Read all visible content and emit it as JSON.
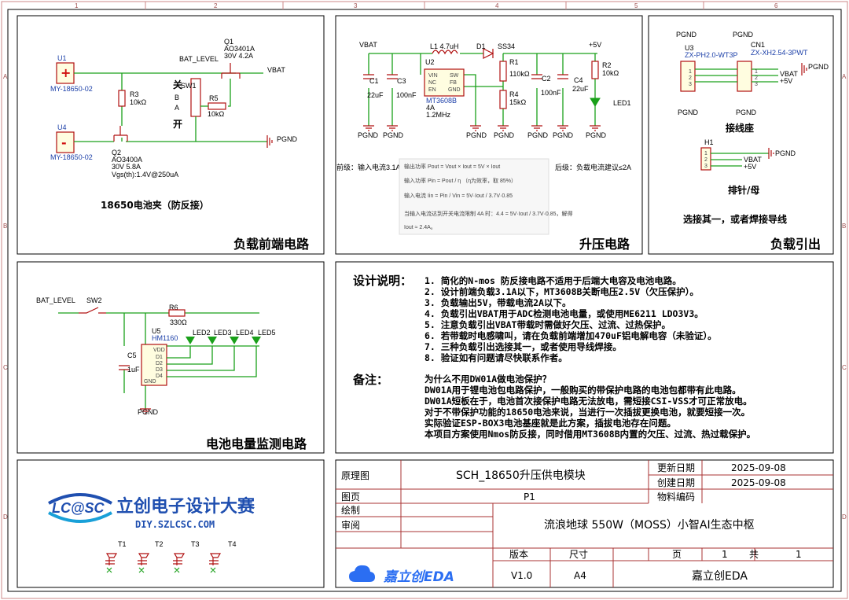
{
  "ruler": {
    "top": [
      "1",
      "2",
      "3",
      "4",
      "5",
      "6"
    ],
    "side": [
      "A",
      "B",
      "C",
      "D"
    ]
  },
  "battery_section": {
    "title": "负载前端电路",
    "subtitle": "18650电池夹（防反接）",
    "u1": "U1",
    "u1_part": "MY-18650-02",
    "u4": "U4",
    "u4_part": "MY-18650-02",
    "r3": "R3",
    "r3_val": "10kΩ",
    "q1": "Q1",
    "q1_part": "AO3401A",
    "q1_spec": "30V 4.2A",
    "q2": "Q2",
    "q2_part": "AO3400A",
    "q2_spec": "30V   5.8A",
    "q2_vgs": "Vgs(th):1.4V@250uA",
    "bat_level": "BAT_LEVEL",
    "vbat": "VBAT",
    "pgnd": "PGND",
    "sw1": "SW1",
    "r5": "R5",
    "r5_val": "10kΩ",
    "sw_off": "关",
    "sw_on": "开",
    "sw_b": "B",
    "sw_a": "A"
  },
  "boost_section": {
    "title": "升压电路",
    "vbat": "VBAT",
    "l1": "L1  4.7uH",
    "d1": "D1",
    "ss34": "SS34",
    "u2": "U2",
    "u2_part": "MT3608B",
    "u2_spec1": "4A",
    "u2_spec2": "1.2MHz",
    "pins": [
      "VIN",
      "NC",
      "EN",
      "SW",
      "FB",
      "GND"
    ],
    "c1": "C1",
    "c1_val": "22uF",
    "c3": "C3",
    "c3_val": "100nF",
    "r1": "R1",
    "r1_val": "110kΩ",
    "r4": "R4",
    "r4_val": "15kΩ",
    "c2": "C2",
    "c2_val": "100nF",
    "c4": "C4",
    "c4_val": "22uF",
    "v5": "+5V",
    "r2": "R2",
    "r2_val": "10kΩ",
    "led1": "LED1",
    "pgnd": "PGND",
    "front_note": "前级：输入电流3.1A",
    "back_note": "后级：负载电流建议≤2A",
    "formula1": "输出功率 Pout = Vout × Iout = 5V × Iout",
    "formula2": "输入功率 Pin = Pout / η （η为效率，取 85%）",
    "formula3": "输入电流 Iin = Pin / Vin = 5V·Iout / 3.7V·0.85",
    "formula4": "当输入电流达到开关电流限制 4A 时：4.4 = 5V·Iout / 3.7V·0.85，解得",
    "formula5": "Iout ≈ 2.4A。"
  },
  "output_section": {
    "title": "负载引出",
    "u3": "U3",
    "u3_part": "ZX-PH2.0-WT3P",
    "cn1": "CN1",
    "cn1_part": "ZX-XH2.54-3PWT",
    "pgnd": "PGND",
    "vbat": "VBAT",
    "v5": "+5V",
    "sub1": "接线座",
    "h1": "H1",
    "sub2": "排针/母",
    "choose": "选接其一，或者焊接导线"
  },
  "level_section": {
    "title": "电池电量监测电路",
    "bat_level": "BAT_LEVEL",
    "sw2": "SW2",
    "r6": "R6",
    "r6_val": "330Ω",
    "u5": "U5",
    "u5_part": "HM1160",
    "leds": [
      "LED2",
      "LED3",
      "LED4",
      "LED5"
    ],
    "pins": [
      "VDD",
      "D1",
      "D2",
      "D3",
      "D4",
      "GND"
    ],
    "c5": "C5",
    "c5_val": "1uF",
    "pgnd": "PGND"
  },
  "notes": {
    "design_heading": "设计说明：",
    "design": [
      "1. 简化的N-mos 防反接电路不适用于后端大电容及电池电路。",
      "2. 设计前端负载3.1A以下，MT3608B关断电压2.5V（欠压保护）。",
      "3. 负载输出5V，带载电流2A以下。",
      "4. 负载引出VBAT用于ADC检测电池电量，或使用ME6211 LDO3V3。",
      "5. 注意负载引出VBAT带载时需做好欠压、过流、过热保护。",
      "6. 若带载时电感啸叫，请在负载前端增加470uF铝电解电容（未验证）。",
      "7. 三种负载引出选接其一，或者使用导线焊接。",
      "8. 验证如有问题请尽快联系作者。"
    ],
    "remark_heading": "备注：",
    "remarks": [
      "为什么不用DW01A做电池保护？",
      "DW01A用于锂电池包电路保护，一般购买的带保护电路的电池包都带有此电路。",
      "DW01A短板在于，电池首次接保护电路无法放电，需短接CSI-VSS才可正常放电。",
      "对于不带保护功能的18650电池来说，当进行一次插拔更换电池，就要短接一次。",
      "实际验证ESP-BOX3电池基座就是此方案，插拔电池存在问题。",
      "本项目方案使用Nmos防反接，同时借用MT3608B内置的欠压、过流、热过载保护。"
    ]
  },
  "logo": {
    "brand": "LC@SC",
    "name": "立创电子设计大赛",
    "url": "DIY.SZLCSC.COM",
    "tps": [
      "T1",
      "T2",
      "T3",
      "T4"
    ]
  },
  "title_block": {
    "schematic_label": "原理图",
    "schematic": "SCH_18650升压供电模块",
    "page_label": "图页",
    "page": "P1",
    "draw_label": "绘制",
    "review_label": "审阅",
    "project": "流浪地球 550W（MOSS）小智AI生态中枢",
    "update_label": "更新日期",
    "update": "2025-09-08",
    "create_label": "创建日期",
    "create": "2025-09-08",
    "material_label": "物料编码",
    "version_label": "版本",
    "version": "V1.0",
    "size_label": "尺寸",
    "size": "A4",
    "page_no_label": "页",
    "page_no": "1",
    "total_label": "共",
    "total": "1",
    "eda_logo": "嘉立创EDA",
    "company": "嘉立创EDA"
  }
}
